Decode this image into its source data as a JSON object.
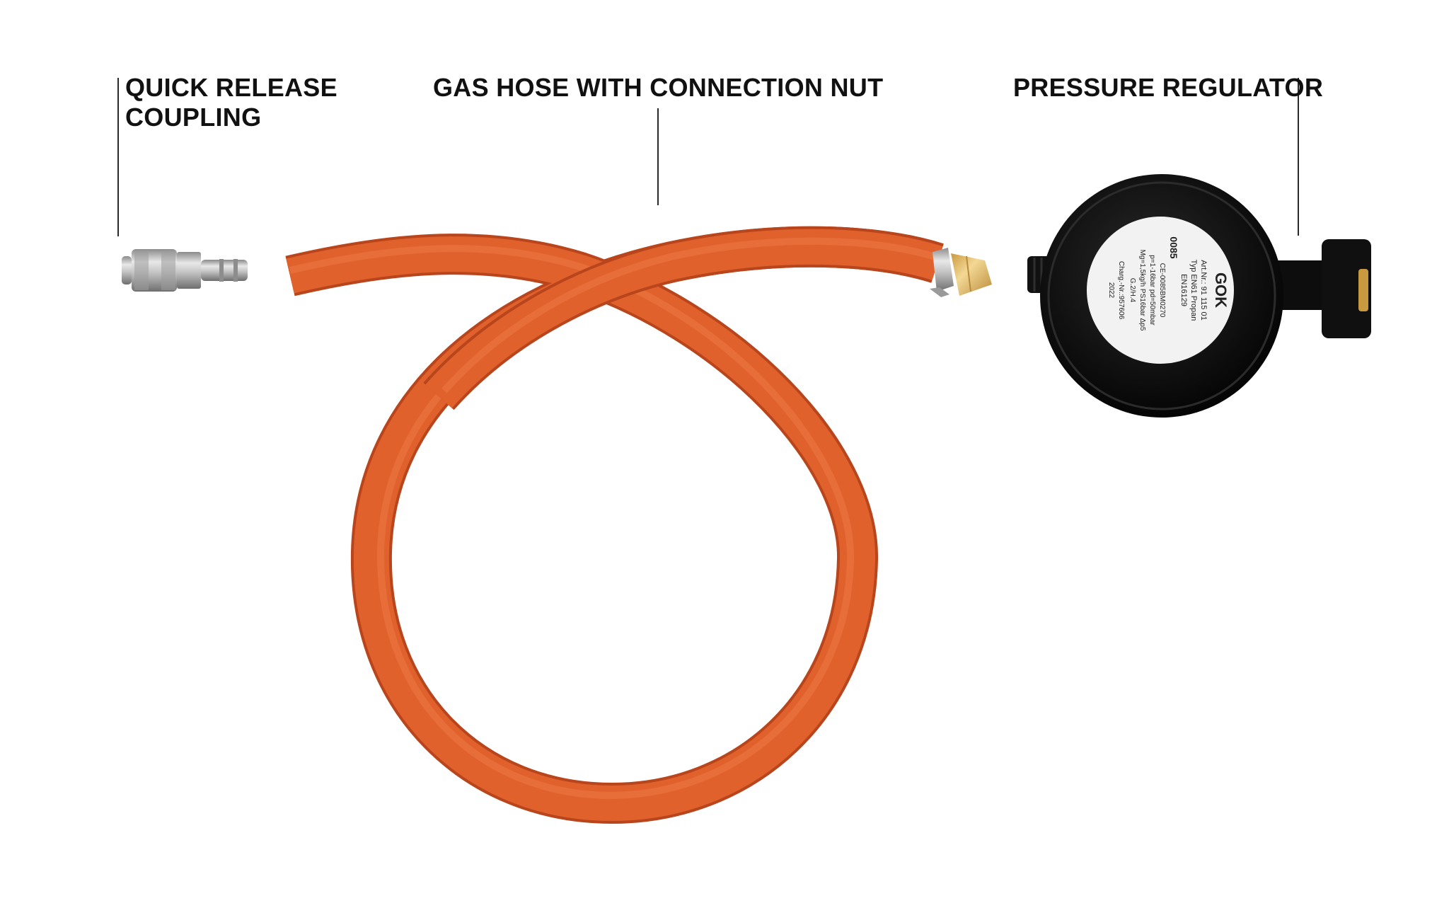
{
  "labels": {
    "coupling": {
      "line1": "QUICK RELEASE",
      "line2": "COUPLING"
    },
    "hose": "GAS HOSE WITH CONNECTION NUT",
    "regulator": "PRESSURE REGULATOR"
  },
  "regulator_plate": {
    "brand": "GOK",
    "art_nr": "Art.Nr.: 91 115 01",
    "typ": "Typ EN61  Propan",
    "norm": "EN16129",
    "ce_number": "0085",
    "ce_code": "CE-0085BM0270",
    "pressure": "p=1-16bar  pd=50mbar",
    "flow": "Mg=1,5kg/h  PS16bar  Δp5",
    "gas_cat": "G.2/H.4",
    "charge": "Charg.-Nr.:957606",
    "year": "2022"
  },
  "colors": {
    "hose": "#e0612c",
    "hose_dark": "#b8451c",
    "hose_light": "#ef7a45",
    "brass": "#e3c27a",
    "steel": "#b8b8b8",
    "regulator": "#111111",
    "label_disk": "#f2f2f2"
  }
}
